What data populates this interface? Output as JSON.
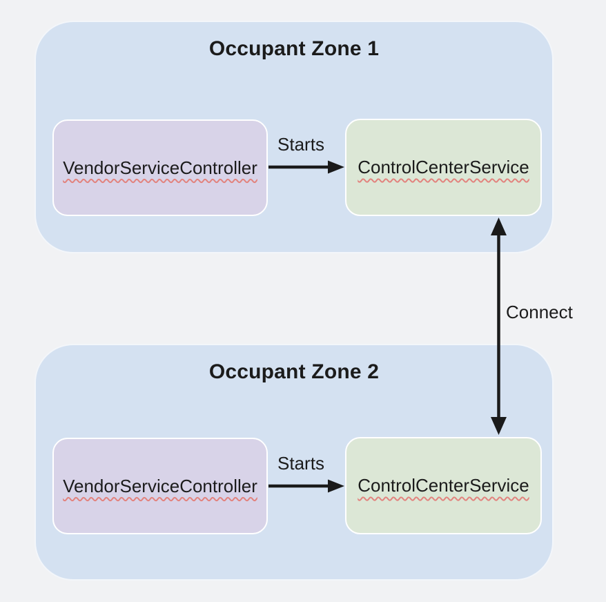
{
  "diagram": {
    "zones": [
      {
        "title": "Occupant Zone 1",
        "nodes": {
          "vendor_service_controller": "VendorServiceController",
          "control_center_service": "ControlCenterService"
        },
        "starts_edge_label": "Starts"
      },
      {
        "title": "Occupant Zone 2",
        "nodes": {
          "vendor_service_controller": "VendorServiceController",
          "control_center_service": "ControlCenterService"
        },
        "starts_edge_label": "Starts"
      }
    ],
    "connect_edge_label": "Connect"
  },
  "colors": {
    "page_bg": "#f1f2f4",
    "zone_bg": "#d4e1f1",
    "vendor_bg": "#d8d3e8",
    "control_bg": "#dce7d6",
    "node_border": "#ffffff",
    "text": "#1b1b1b",
    "arrow": "#1a1a1a",
    "squiggle": "#e2837e"
  }
}
